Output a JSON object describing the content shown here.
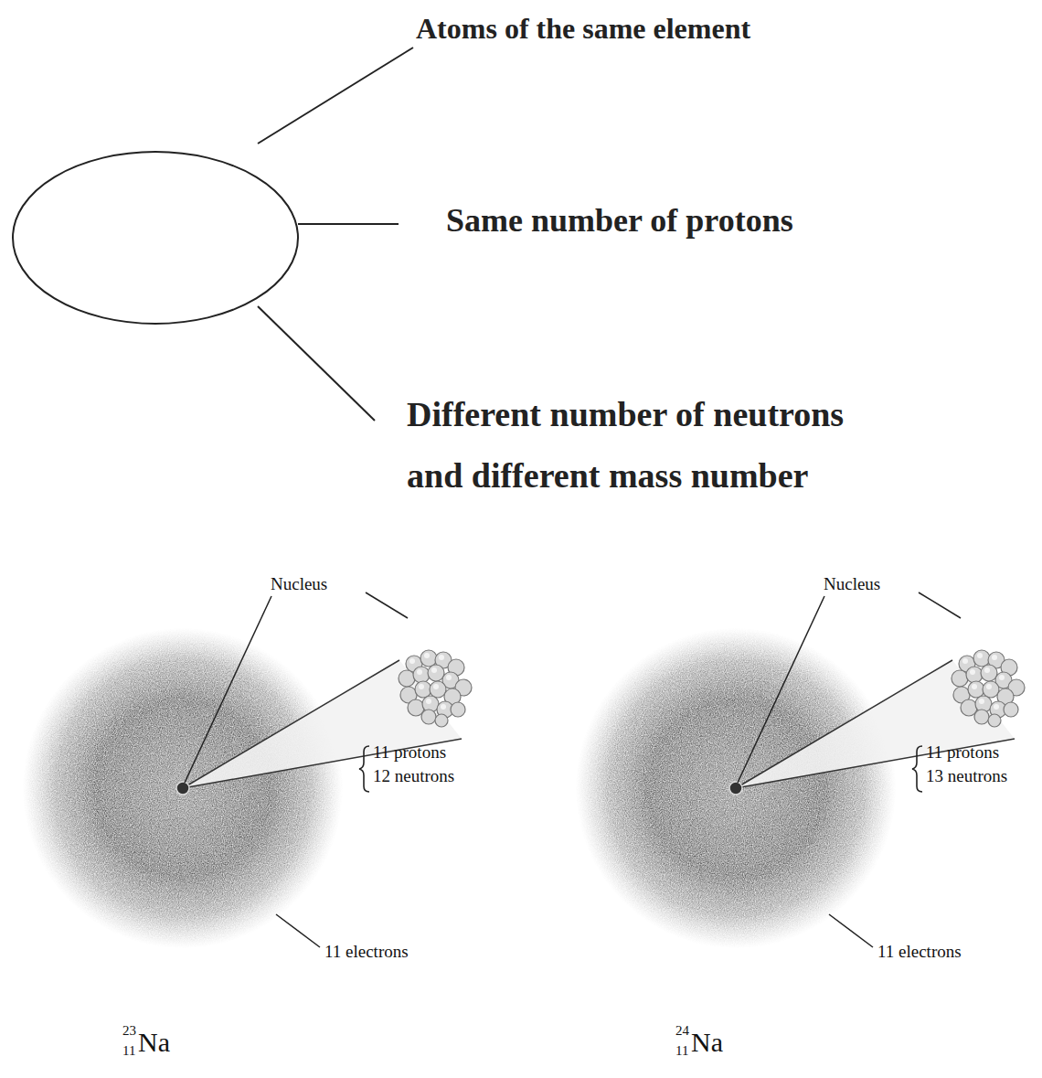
{
  "diagram": {
    "labels": [
      "Atoms of the same element",
      "Same number of protons",
      "Different number of neutrons and different mass number",
      "Nucleus",
      "11 protons",
      "12 neutrons",
      "11 electrons",
      "23",
      "11",
      "Na",
      "Nucleus",
      "11 protons",
      "13 neutrons",
      "11 electrons",
      "24",
      "11",
      "Na"
    ]
  }
}
